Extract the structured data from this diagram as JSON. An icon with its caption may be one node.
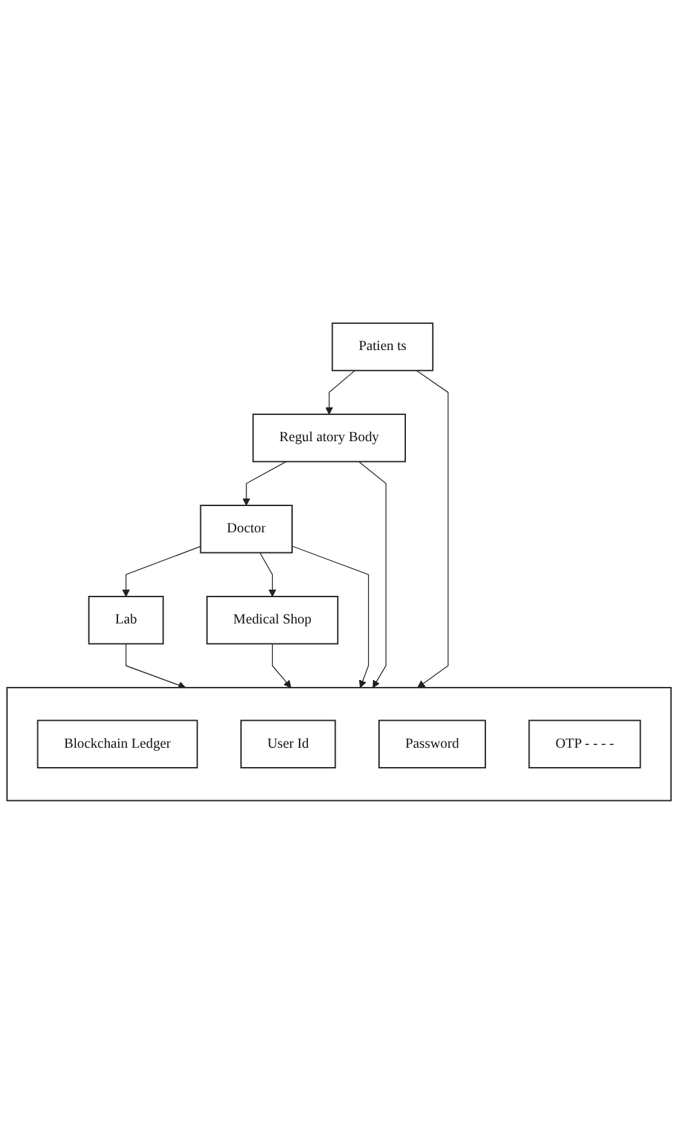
{
  "diagram": {
    "nodes": [
      {
        "text": [],
        "shape": "box"
      },
      {
        "text": [
          "Blockchain Ledger"
        ],
        "in": 0
      },
      {
        "text": [
          "User Id"
        ],
        "in": 0
      },
      {
        "text": [
          "Password"
        ],
        "in": 0
      },
      {
        "text": [
          "OTP - - - -"
        ],
        "in": 0
      },
      {
        "text": [
          "Regul atory Body"
        ]
      },
      {
        "text": [
          "Doctor"
        ]
      },
      {
        "text": [
          "Patien ts"
        ]
      },
      {
        "text": [
          "Lab"
        ]
      },
      {
        "text": [
          "Medical Shop"
        ]
      }
    ],
    "edges": [
      {
        "from": 5,
        "to": 0,
        "arrow": "to"
      },
      {
        "from": 5,
        "to": 6,
        "arrow": "to"
      },
      {
        "from": 6,
        "to": 0,
        "arrow": "to"
      },
      {
        "from": 7,
        "to": 5,
        "arrow": "to"
      },
      {
        "from": 7,
        "to": 0,
        "arrow": "to"
      },
      {
        "from": 6,
        "to": 8,
        "arrow": "to"
      },
      {
        "from": 8,
        "to": 0,
        "arrow": "to"
      },
      {
        "from": 6,
        "to": 9,
        "arrow": "to"
      },
      {
        "from": 9,
        "to": 0,
        "arrow": "to"
      }
    ]
  }
}
